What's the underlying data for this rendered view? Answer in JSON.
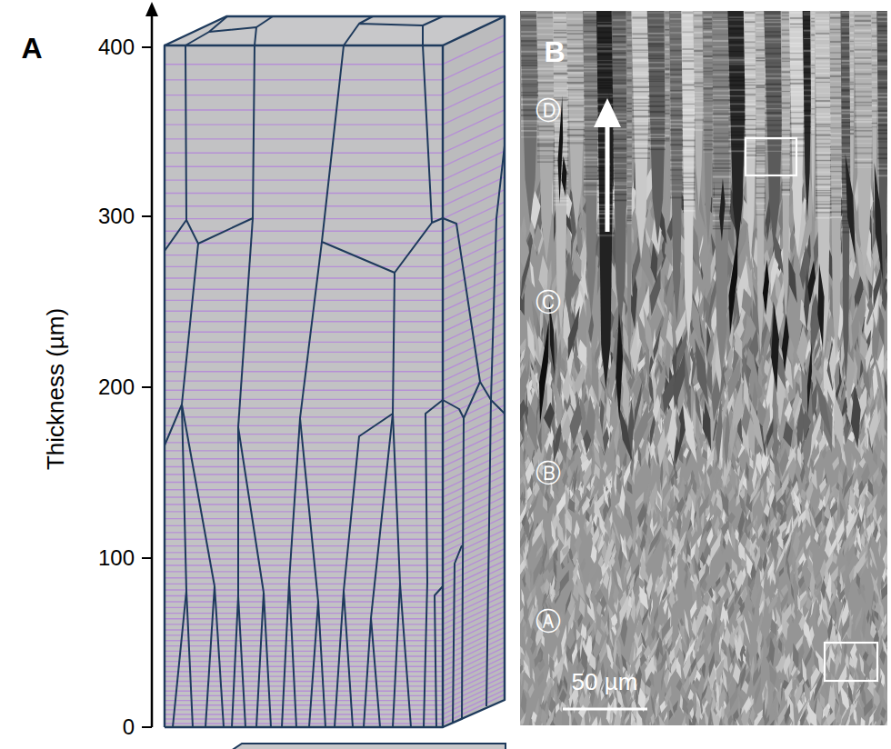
{
  "diagram": {
    "labels": [
      "A",
      "400",
      "300",
      "200",
      "100",
      "0",
      "Thickness (µm)",
      "B",
      "Ⓓ",
      "Ⓒ",
      "Ⓑ",
      "Ⓐ",
      "50 µm"
    ]
  }
}
